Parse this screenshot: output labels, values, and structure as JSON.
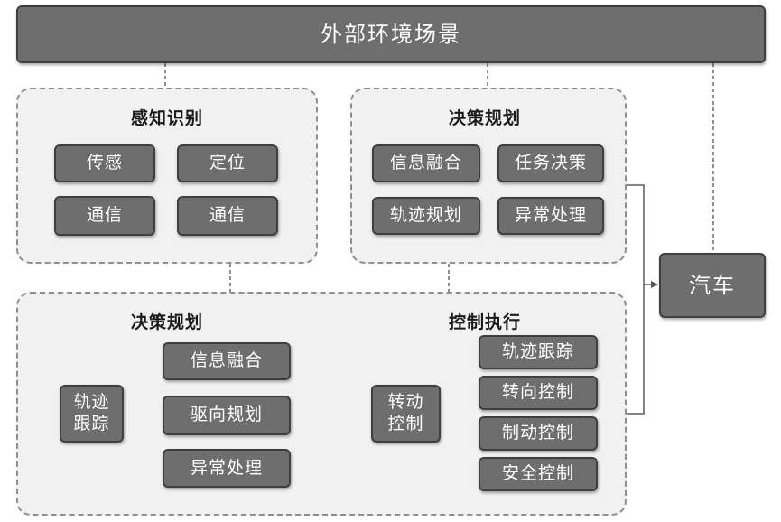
{
  "top": {
    "label": "外部环境场景"
  },
  "car": {
    "label": "汽车"
  },
  "perception": {
    "title": "感知识别",
    "items": [
      "传感",
      "定位",
      "通信",
      "通信"
    ]
  },
  "decision_top": {
    "title": "决策规划",
    "items": [
      "信息融合",
      "任务决策",
      "轨迹规划",
      "异常处理"
    ]
  },
  "decision_bottom": {
    "title": "决策规划",
    "source": [
      "轨迹",
      "跟踪"
    ],
    "items": [
      "信息融合",
      "驱向规划",
      "异常处理"
    ]
  },
  "control": {
    "title": "控制执行",
    "source": [
      "转动",
      "控制"
    ],
    "items": [
      "轨迹跟踪",
      "转向控制",
      "制动控制",
      "安全控制"
    ]
  }
}
